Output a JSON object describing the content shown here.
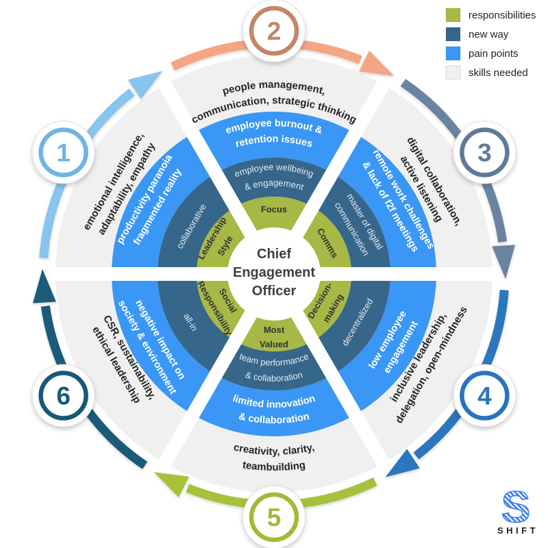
{
  "colors": {
    "responsibilities": "#a8b845",
    "new_way": "#366689",
    "pain_points": "#3a97f5",
    "skills_needed": "#f0f0f0",
    "logo_blue": "#3b7ef0"
  },
  "legend": {
    "items": [
      {
        "label": "responsibilities"
      },
      {
        "label": "new way"
      },
      {
        "label": "pain points"
      },
      {
        "label": "skills needed"
      }
    ]
  },
  "center": {
    "lines": [
      "Chief",
      "Engagement",
      "Officer"
    ]
  },
  "segments": [
    {
      "number": "1",
      "arc_color": "#87c4ee",
      "badge_color": "#6fb4e5",
      "skills": [
        "emotional intelligence,",
        "adaptability, empathy"
      ],
      "pain_points": [
        "productivity paranoia",
        "fragmented reality"
      ],
      "new_way": [
        "collaborative"
      ],
      "responsibility": [
        "Leadership",
        "Style"
      ]
    },
    {
      "number": "2",
      "arc_color": "#f4a583",
      "badge_color": "#c28769",
      "skills": [
        "people management,",
        "communication, strategic thinking"
      ],
      "pain_points": [
        "employee burnout &",
        "retention issues"
      ],
      "new_way": [
        "employee wellbeing",
        "& engagement"
      ],
      "responsibility": [
        "Focus"
      ]
    },
    {
      "number": "3",
      "arc_color": "#6a84a0",
      "badge_color": "#5e7a97",
      "skills": [
        "digital collaboration,",
        "active listening"
      ],
      "pain_points": [
        "remote work challenges",
        "& lack of f2f meetings"
      ],
      "new_way": [
        "master of digital",
        "communication"
      ],
      "responsibility": [
        "Comms"
      ]
    },
    {
      "number": "4",
      "arc_color": "#2c77bd",
      "badge_color": "#2a74bc",
      "skills": [
        "inclusive leadership,",
        "delegation, open-mindness"
      ],
      "pain_points": [
        "low employee",
        "engagement"
      ],
      "new_way": [
        "decentralized"
      ],
      "responsibility": [
        "Decision-",
        "making"
      ]
    },
    {
      "number": "5",
      "arc_color": "#a6c23b",
      "badge_color": "#9fbc37",
      "skills": [
        "creativity, clarity,",
        "teambuilding"
      ],
      "pain_points": [
        "limited innovation",
        "& collaboration"
      ],
      "new_way": [
        "team performance",
        "& collaboration"
      ],
      "responsibility": [
        "Most",
        "Valued"
      ]
    },
    {
      "number": "6",
      "arc_color": "#1b5a7a",
      "badge_color": "#175877",
      "skills": [
        "CSR, sustainability,",
        "ethical leadership"
      ],
      "pain_points": [
        "negative impact on",
        "society & environment"
      ],
      "new_way": [
        "all-in"
      ],
      "responsibility": [
        "Social",
        "Responsibility"
      ]
    }
  ],
  "logo": {
    "glyph": "S",
    "text": "SHIFT"
  }
}
